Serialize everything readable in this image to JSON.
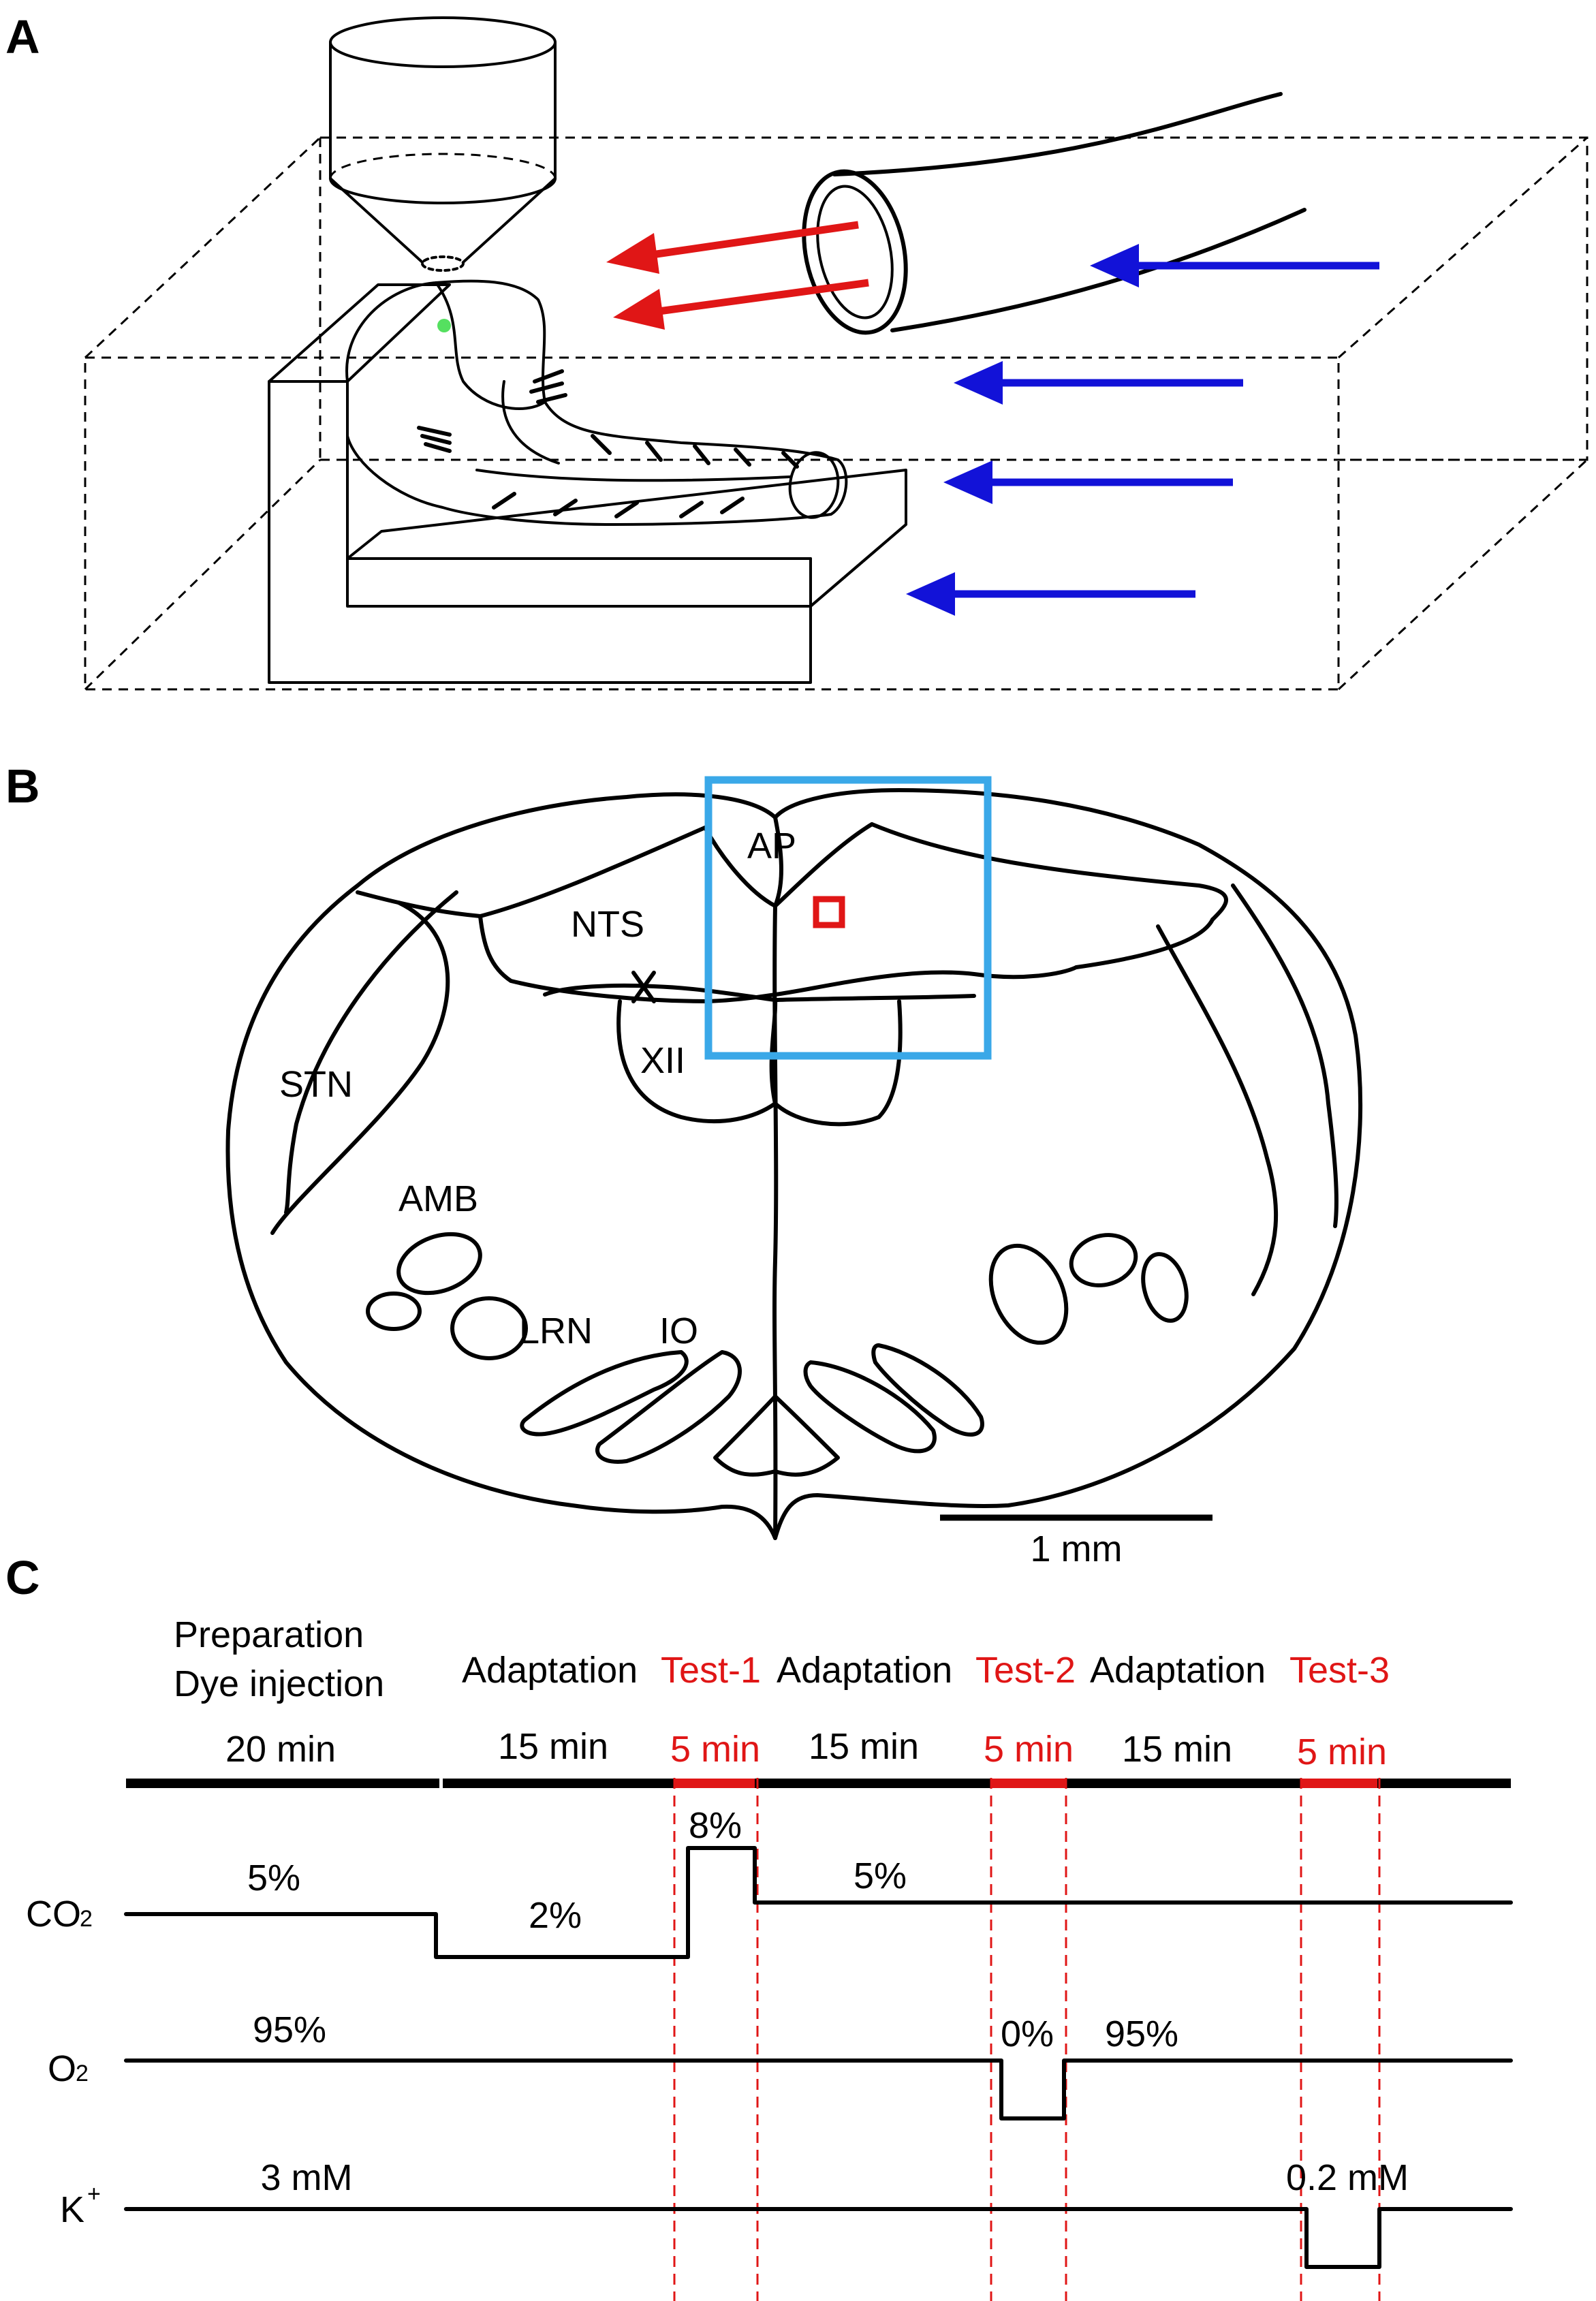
{
  "panels": {
    "a": {
      "letter": "A"
    },
    "b": {
      "letter": "B",
      "labels": {
        "ap": "AP",
        "nts": "NTS",
        "x": "X",
        "xii": "XII",
        "stn": "STN",
        "amb": "AMB",
        "lrn": "LRN",
        "io": "IO"
      },
      "scale_bar": "1 mm",
      "colors": {
        "roi_box": "#3aa8e8",
        "cell_marker": "#e01616"
      }
    },
    "c": {
      "letter": "C",
      "phases": [
        {
          "label_line1": "Preparation",
          "label_line2": "Dye injection",
          "duration": "20 min",
          "kind": "prep"
        },
        {
          "label": "Adaptation",
          "duration": "15 min",
          "kind": "adaptation"
        },
        {
          "label": "Test-1",
          "duration": "5 min",
          "kind": "test"
        },
        {
          "label": "Adaptation",
          "duration": "15 min",
          "kind": "adaptation"
        },
        {
          "label": "Test-2",
          "duration": "5 min",
          "kind": "test"
        },
        {
          "label": "Adaptation",
          "duration": "15 min",
          "kind": "adaptation"
        },
        {
          "label": "Test-3",
          "duration": "5 min",
          "kind": "test"
        }
      ],
      "traces": {
        "co2": {
          "name": "CO",
          "subscript": "2",
          "levels": [
            "5%",
            "2%",
            "8%",
            "5%"
          ]
        },
        "o2": {
          "name": "O",
          "subscript": "2",
          "levels": [
            "95%",
            "0%",
            "95%"
          ]
        },
        "k": {
          "name": "K",
          "superscript": "+",
          "levels": [
            "3 mM",
            "0.2 mM"
          ]
        }
      },
      "colors": {
        "test": "#e01616",
        "baseline": "#000000"
      }
    }
  }
}
